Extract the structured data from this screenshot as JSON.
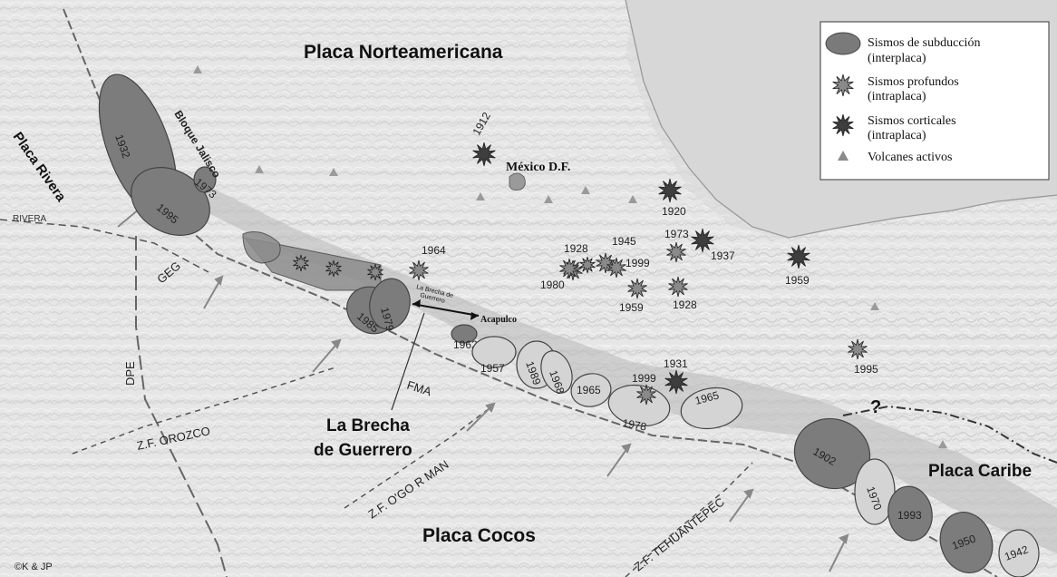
{
  "plates": {
    "north_america": "Placa Norteamericana",
    "rivera": "Placa Rivera",
    "cocos": "Placa Cocos",
    "caribe": "Placa Caribe"
  },
  "places": {
    "mexico_df": "México D.F.",
    "bloque_jalisco": "Bloque Jalisco",
    "acapulco": "Acapulco",
    "brecha_small_1": "La Brecha de",
    "brecha_small_2": "Guerrero",
    "brecha_title_1": "La Brecha",
    "brecha_title_2": "de Guerrero"
  },
  "zones": {
    "rivera": "RIVERA",
    "dpe": "DPE",
    "geg": "GEG",
    "fma": "FMA",
    "orozco": "Z.F. OROZCO",
    "ogorman": "Z.F. O'GO R  MAN",
    "tehuantepec": "Z.F. TEHUANTEPEC",
    "question": "?"
  },
  "legend": {
    "subduction_1": "Sismos de subducción",
    "subduction_2": "(interplaca)",
    "deep_1": "Sismos profundos",
    "deep_2": "(intraplaca)",
    "crustal_1": "Sismos corticales",
    "crustal_2": "(intraplaca)",
    "volcanoes": "Volcanes activos"
  },
  "subduction_quakes": [
    {
      "year": "1932",
      "shade": "dark"
    },
    {
      "year": "1995",
      "shade": "dark"
    },
    {
      "year": "1973",
      "shade": "dark"
    },
    {
      "year": "1985",
      "shade": "dark"
    },
    {
      "year": "1979",
      "shade": "dark"
    },
    {
      "year": "1962",
      "shade": "dark"
    },
    {
      "year": "1957",
      "shade": "light"
    },
    {
      "year": "1989",
      "shade": "light"
    },
    {
      "year": "1968",
      "shade": "light"
    },
    {
      "year": "1965",
      "shade": "light"
    },
    {
      "year": "1978",
      "shade": "light"
    },
    {
      "year": "1965",
      "shade": "light"
    },
    {
      "year": "1902",
      "shade": "dark"
    },
    {
      "year": "1970",
      "shade": "light"
    },
    {
      "year": "1993",
      "shade": "dark"
    },
    {
      "year": "1950",
      "shade": "dark"
    },
    {
      "year": "1942",
      "shade": "light"
    }
  ],
  "deep_quakes": [
    "1964",
    "1928",
    "1945",
    "1999",
    "1980",
    "1959",
    "1973",
    "1928",
    "1999",
    "1995"
  ],
  "crustal_quakes": [
    "1912",
    "1920",
    "1937",
    "1959",
    "1931"
  ],
  "credit": "©K & JP"
}
